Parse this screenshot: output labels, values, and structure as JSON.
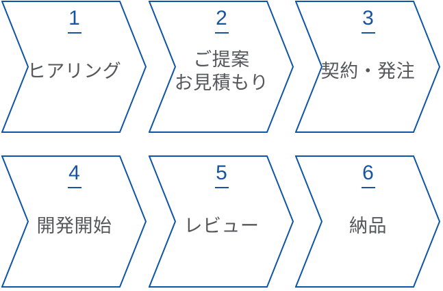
{
  "diagram": {
    "type": "process-flow",
    "rows": 2,
    "columns": 3
  },
  "colors": {
    "chevron_stroke": "#0D55A7",
    "step_number": "#17539F",
    "number_underline": "#17539F",
    "label_text": "#56575A",
    "background": "#FFFFFF"
  },
  "steps": [
    {
      "number": "1",
      "lines": [
        "ヒアリング"
      ]
    },
    {
      "number": "2",
      "lines": [
        "ご提案",
        "お見積もり"
      ]
    },
    {
      "number": "3",
      "lines": [
        "契約・発注"
      ]
    },
    {
      "number": "4",
      "lines": [
        "開発開始"
      ]
    },
    {
      "number": "5",
      "lines": [
        "レビュー"
      ]
    },
    {
      "number": "6",
      "lines": [
        "納品"
      ]
    }
  ]
}
